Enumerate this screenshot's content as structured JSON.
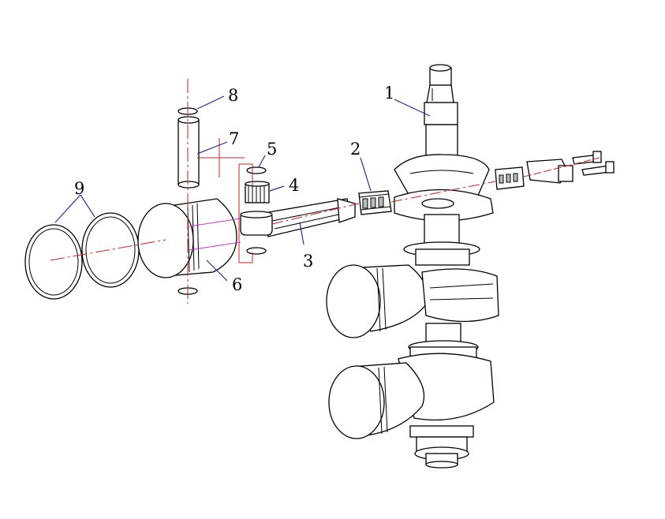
{
  "callouts": [
    {
      "id": "1",
      "label": "1"
    },
    {
      "id": "2",
      "label": "2"
    },
    {
      "id": "3",
      "label": "3"
    },
    {
      "id": "4",
      "label": "4"
    },
    {
      "id": "5",
      "label": "5"
    },
    {
      "id": "6",
      "label": "6"
    },
    {
      "id": "7",
      "label": "7"
    },
    {
      "id": "8",
      "label": "8"
    },
    {
      "id": "9",
      "label": "9"
    }
  ],
  "colors": {
    "leader": "#2c2c9a",
    "centerline": "#d22020",
    "axis": "#cc33cc",
    "outline": "#000000"
  }
}
